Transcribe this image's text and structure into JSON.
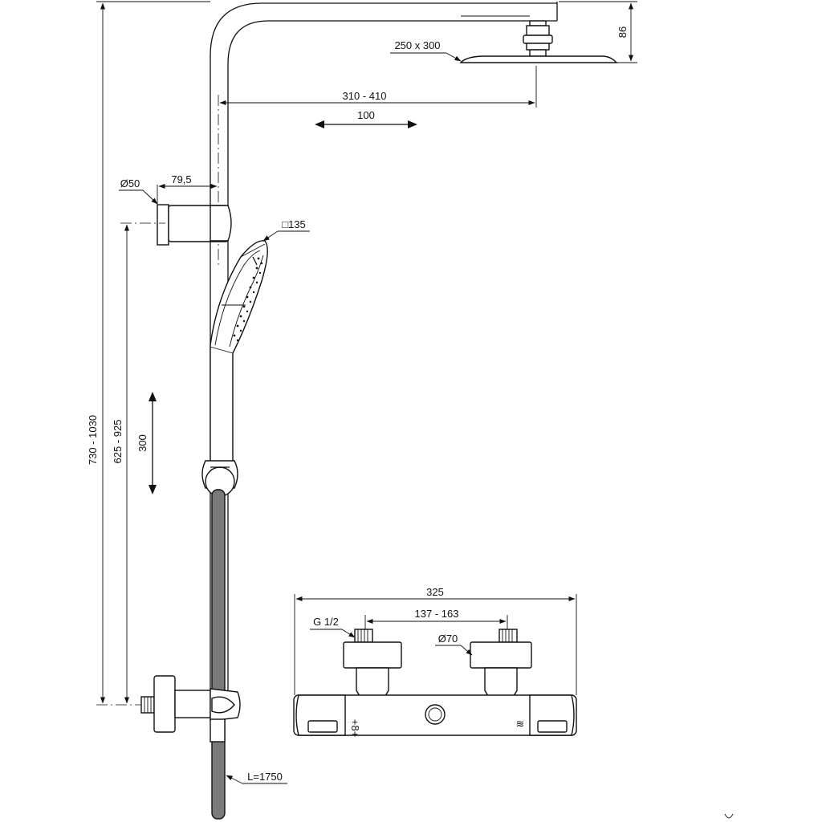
{
  "colors": {
    "line": "#111111",
    "hose": "#7a7a7a",
    "background": "#ffffff"
  },
  "dimensions": {
    "head_height": "86",
    "head_size": "250 x 300",
    "arm_projection": "310 - 410",
    "arm_adjust": "100",
    "holder_diameter": "Ø50",
    "holder_offset": "79,5",
    "hand_shower": "□135",
    "total_height": "730 - 1030",
    "holder_height": "625 - 925",
    "slide": "300",
    "hose_length": "L=1750",
    "mixer_width": "325",
    "thread": "G 1/2",
    "centres": "137 - 163",
    "escutcheon": "Ø70"
  },
  "handle_markings": {
    "left": "+8+",
    "right": "≋"
  }
}
